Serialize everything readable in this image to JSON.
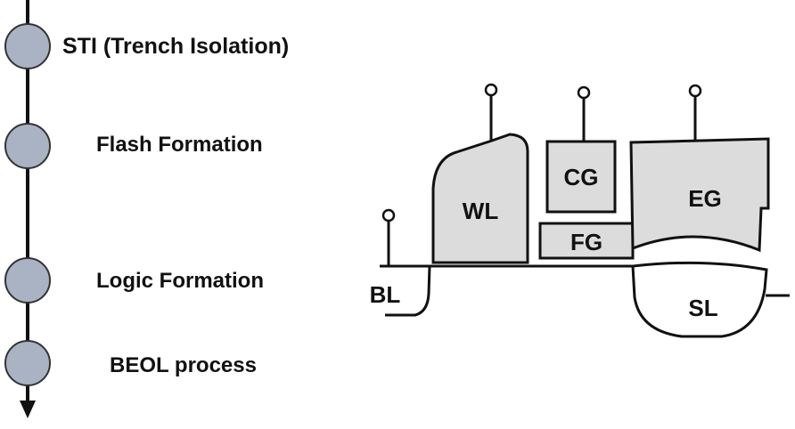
{
  "process_flow": {
    "steps": [
      {
        "label": "STI (Trench Isolation)"
      },
      {
        "label": "Flash Formation"
      },
      {
        "label": "Logic Formation"
      },
      {
        "label": "BEOL process"
      }
    ]
  },
  "cell_cross_section": {
    "gates": {
      "wl": "WL",
      "cg": "CG",
      "fg": "FG",
      "eg": "EG"
    },
    "regions": {
      "bl": "BL",
      "sl": "SL"
    }
  },
  "colors": {
    "node_fill": "#a9b3c4",
    "gate_fill": "#dcdcdc",
    "stroke": "#111111"
  }
}
